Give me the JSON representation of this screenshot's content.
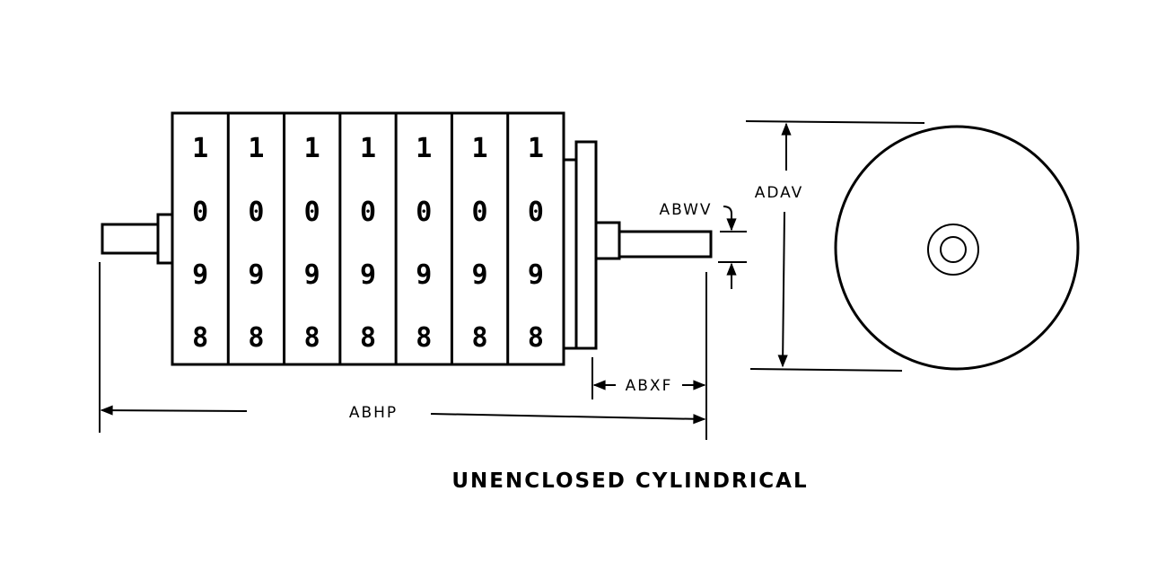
{
  "diagram": {
    "caption": "UNENCLOSED CYLINDRICAL",
    "wheel_count": 7,
    "wheel_digits": [
      "1",
      "0",
      "9",
      "8"
    ],
    "dimensions": {
      "overall_length": "ABHP",
      "shaft_extension": "ABXF",
      "shaft_diameter": "ABWV",
      "body_diameter": "ADAV"
    },
    "colors": {
      "line": "#000000",
      "background": "#ffffff"
    }
  }
}
